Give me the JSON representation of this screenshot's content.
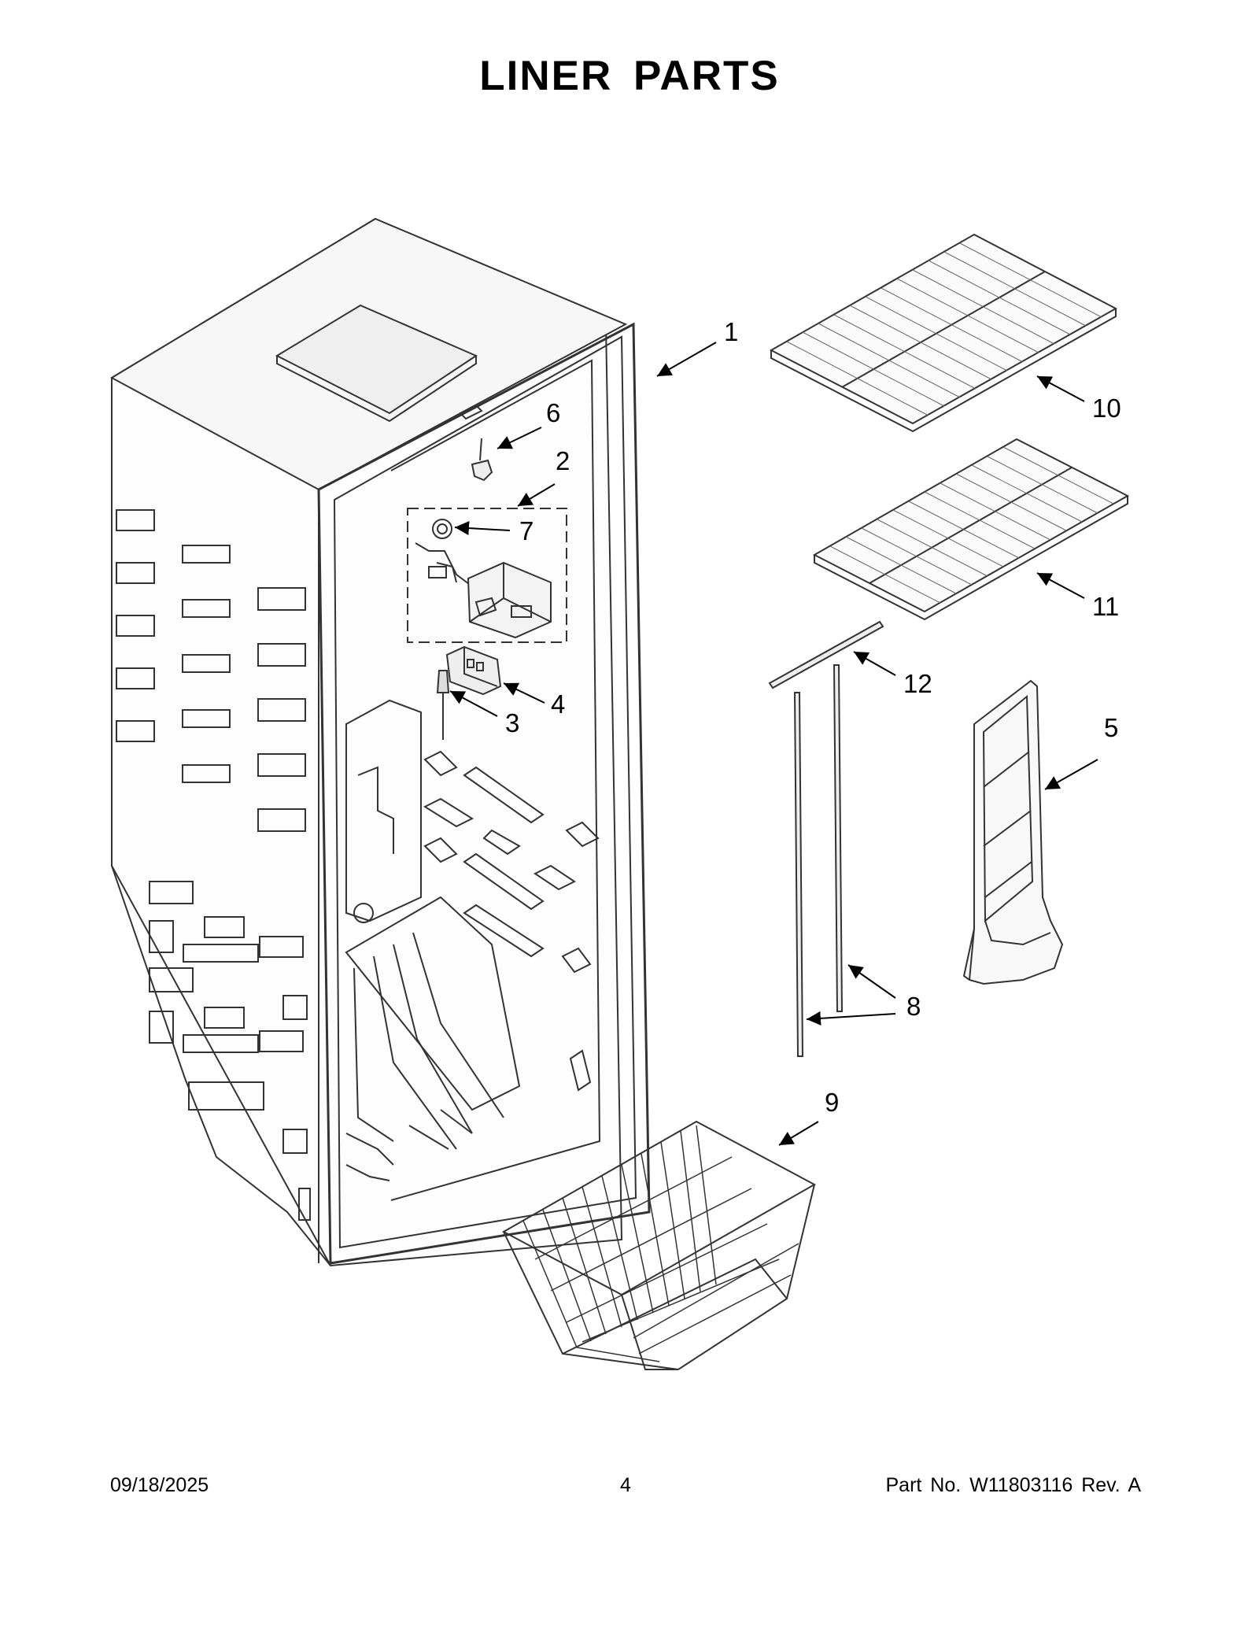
{
  "title": "LINER PARTS",
  "callouts": {
    "c1": "1",
    "c2": "2",
    "c3": "3",
    "c4": "4",
    "c5": "5",
    "c6": "6",
    "c7": "7",
    "c8": "8",
    "c9": "9",
    "c10": "10",
    "c11": "11",
    "c12": "12"
  },
  "footer": {
    "date": "09/18/2025",
    "page": "4",
    "part": "Part No.  W11803116  Rev.  A"
  }
}
